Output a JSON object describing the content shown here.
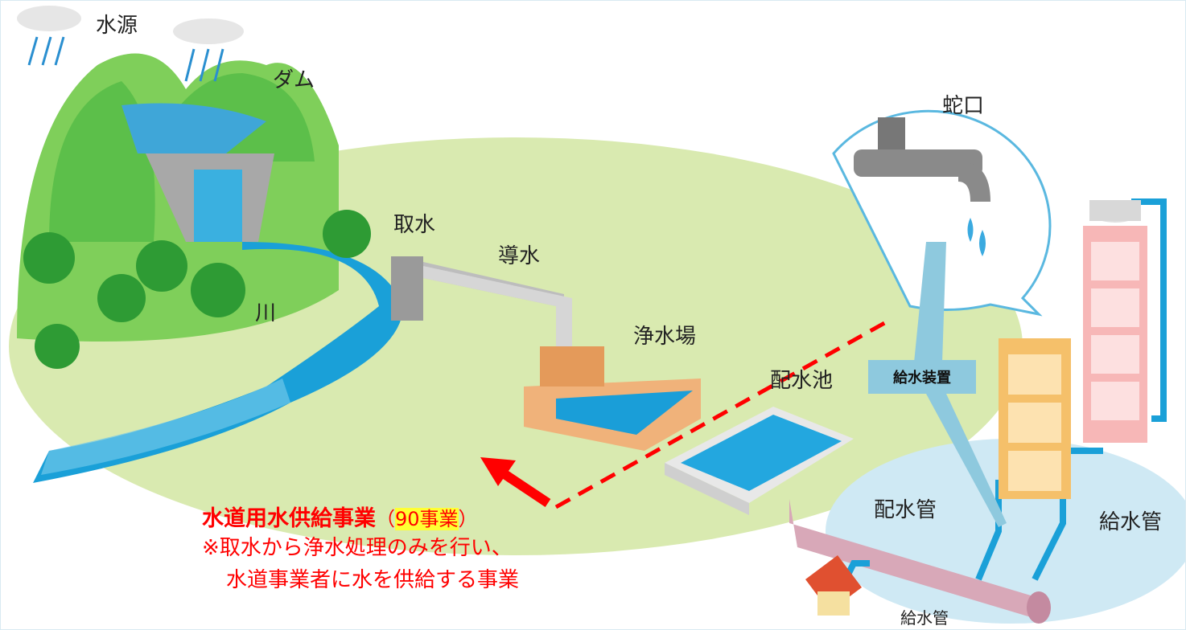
{
  "labels": {
    "water_source": "水源",
    "dam": "ダム",
    "intake": "取水",
    "conveyance": "導水",
    "river": "川",
    "treatment_plant": "浄水場",
    "distribution_reservoir": "配水池",
    "faucet": "蛇口",
    "distribution_pipe": "配水管",
    "service_pipe_right": "給水管",
    "service_pipe_bottom": "給水管",
    "service_device": "給水装置"
  },
  "annotation": {
    "title": "水道用水供給事業",
    "paren_open": "（",
    "count": "90事業",
    "paren_close": "）",
    "line1": "※取水から浄水処理のみを行い、",
    "line2": "水道事業者に水を供給する事業"
  },
  "colors": {
    "water": "#1aa0d8",
    "hill": "#5cbf4a",
    "ground": "#d9eab0",
    "annotation": "#ff0000",
    "highlight": "#ffff33",
    "callout": "#8ec9de"
  }
}
